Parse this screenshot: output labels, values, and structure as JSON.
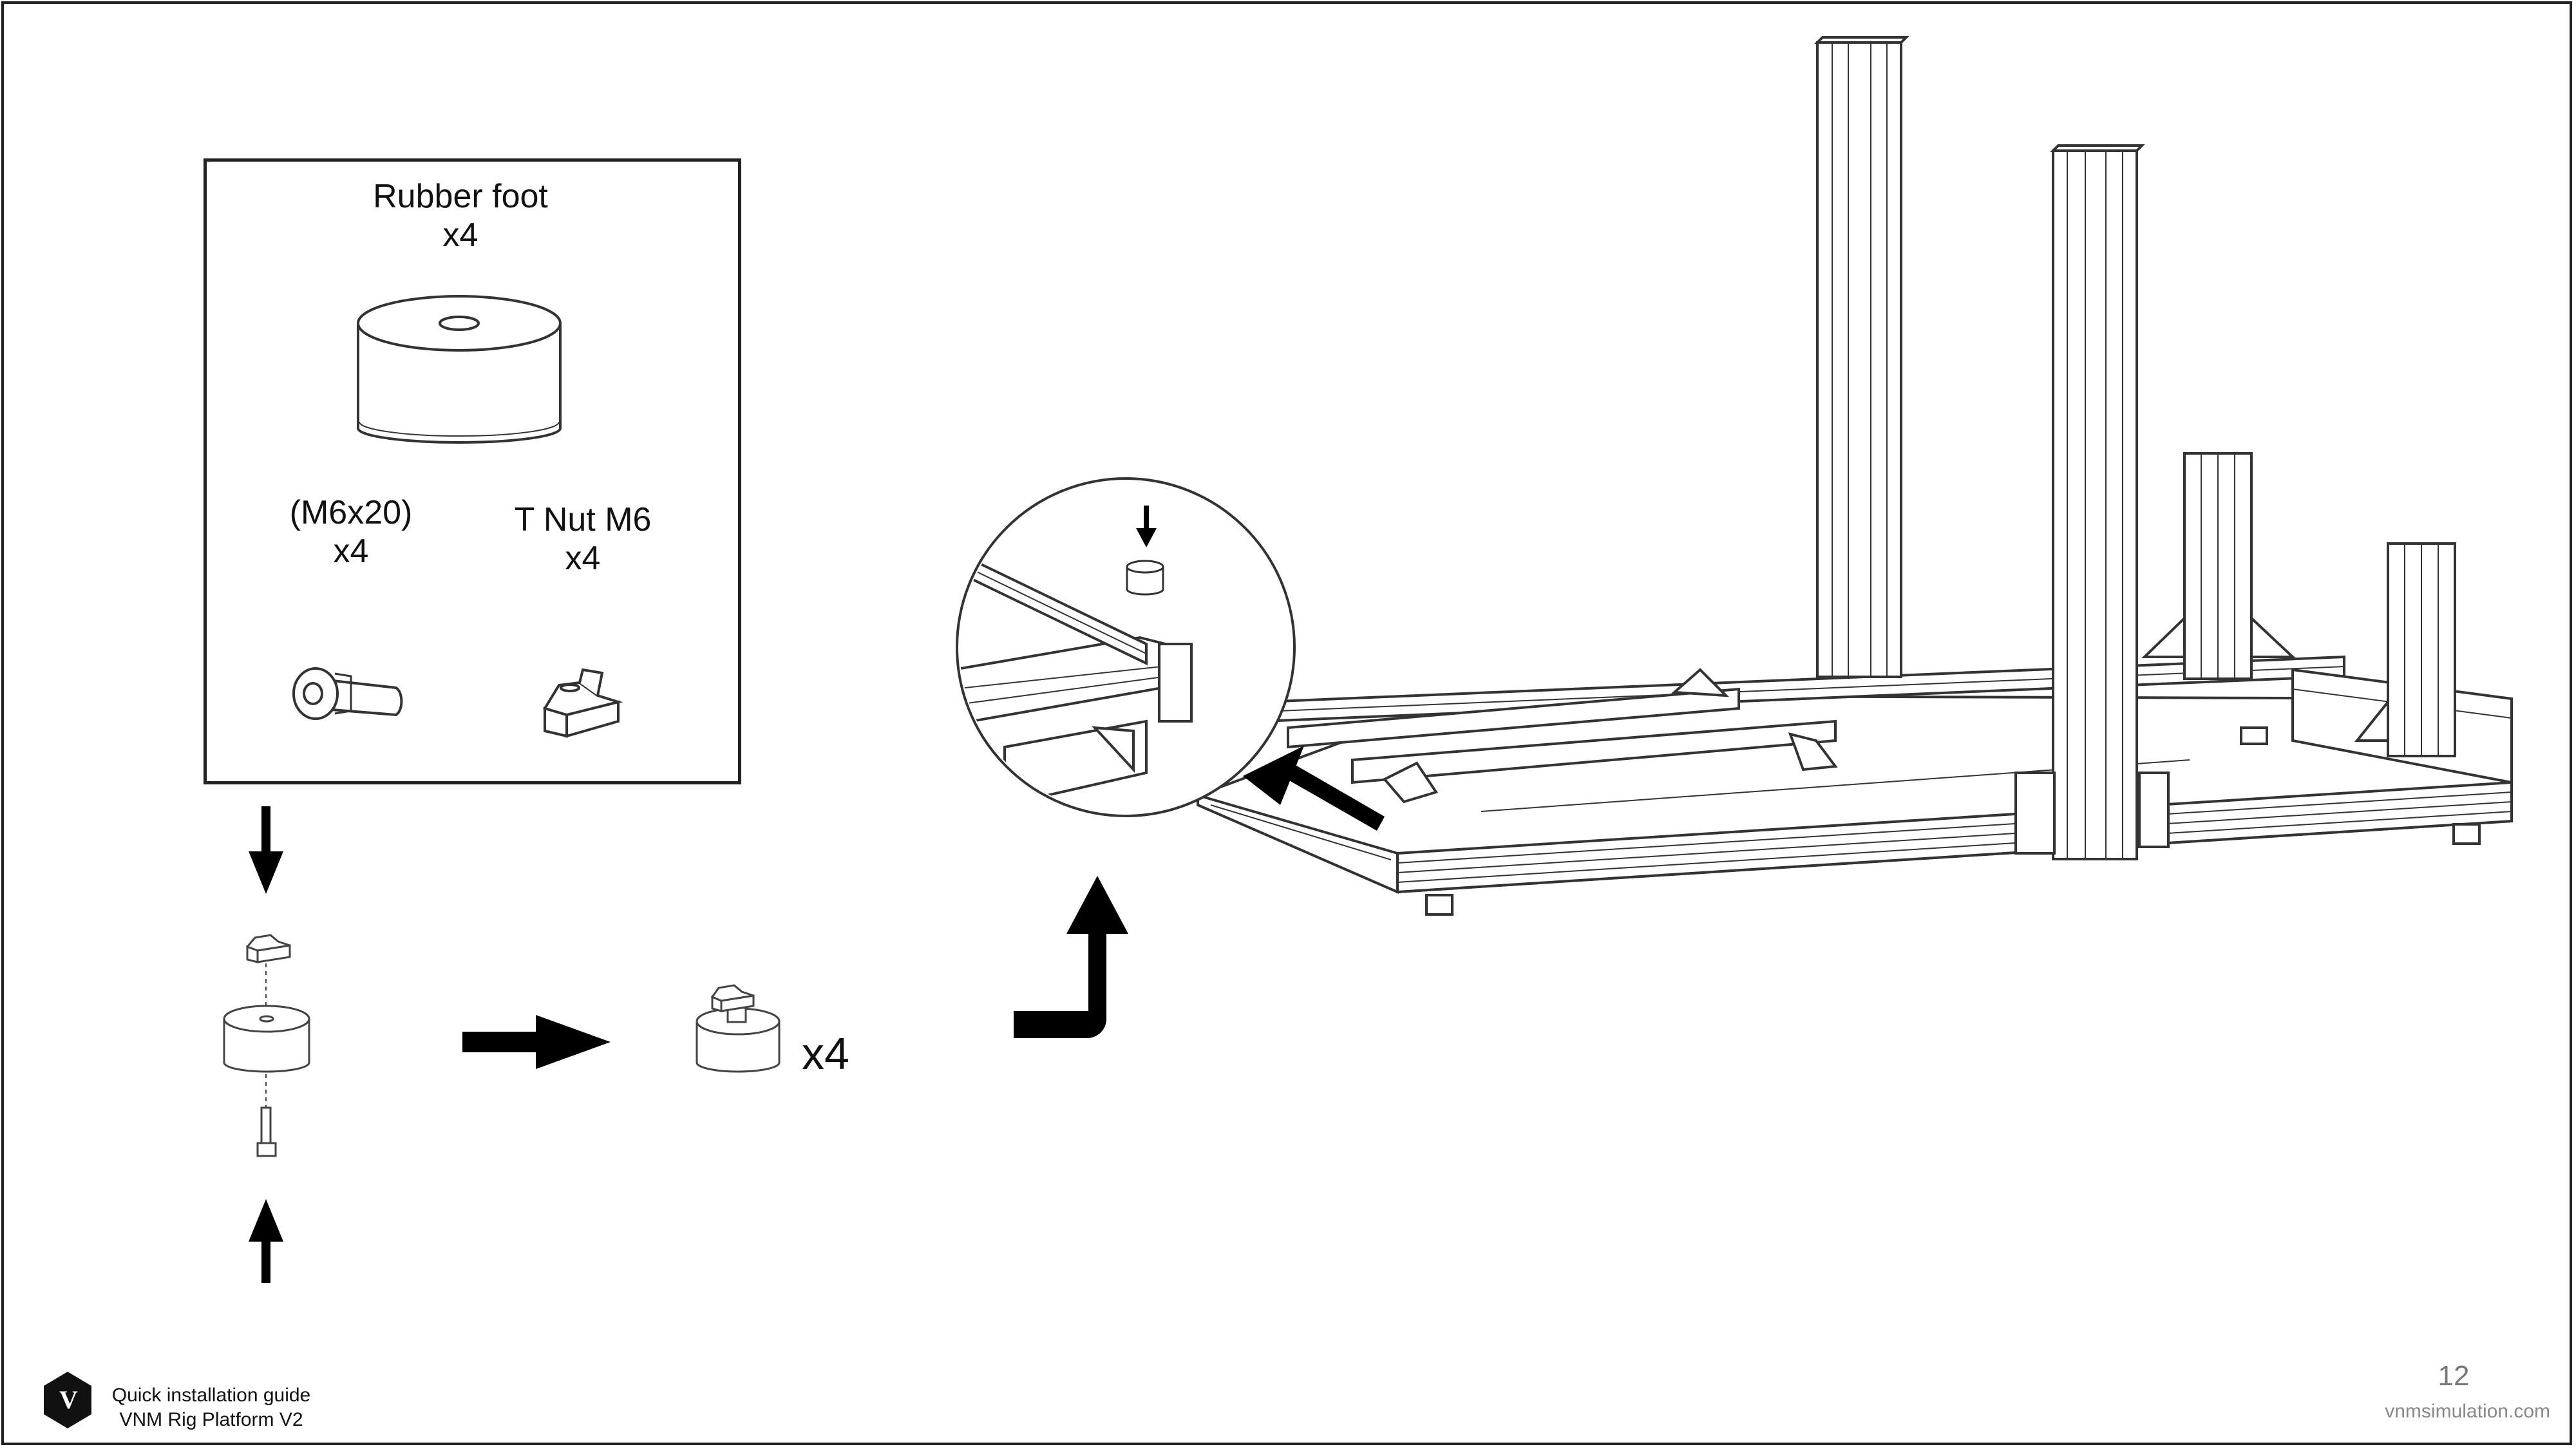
{
  "parts": {
    "rubber_foot": {
      "name": "Rubber foot",
      "qty": "x4"
    },
    "bolt": {
      "name": "(M6x20)",
      "qty": "x4"
    },
    "tnut": {
      "name": "T Nut M6",
      "qty": "x4"
    }
  },
  "assembly": {
    "qty": "x4"
  },
  "footer": {
    "line1": "Quick installation guide",
    "line2": "VNM Rig Platform V2",
    "logo_letter": "V",
    "page_number": "12",
    "website": "vnmsimulation.com"
  },
  "icons": [
    "arrow-down-icon",
    "arrow-up-icon",
    "arrow-right-icon",
    "arrow-bend-up-icon",
    "logo-icon"
  ]
}
